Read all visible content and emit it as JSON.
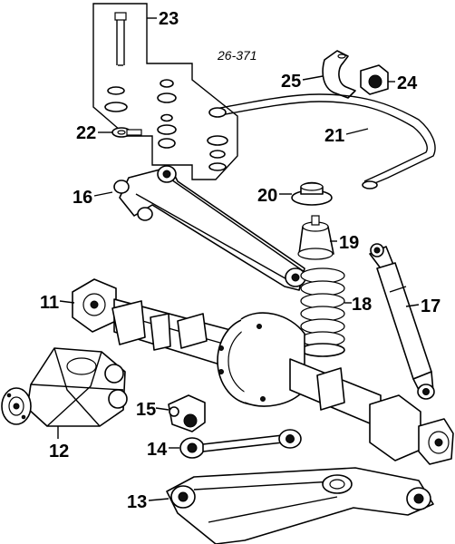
{
  "diagram": {
    "reference_code": "26-371",
    "callouts": {
      "c23": "23",
      "c25": "25",
      "c24": "24",
      "c22": "22",
      "c21": "21",
      "c16": "16",
      "c20": "20",
      "c19": "19",
      "c11": "11",
      "c18": "18",
      "c17": "17",
      "c15": "15",
      "c12": "12",
      "c14": "14",
      "c13": "13"
    }
  }
}
